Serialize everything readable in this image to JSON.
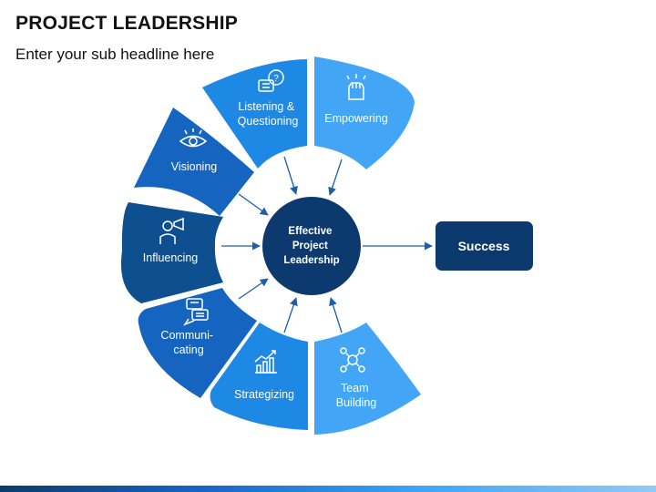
{
  "title": "PROJECT LEADERSHIP",
  "subtitle": "Enter your sub headline here",
  "center": {
    "lines": [
      "Effective",
      "Project",
      "Leadership"
    ]
  },
  "outcome": {
    "label": "Success"
  },
  "segments": [
    {
      "id": "visioning",
      "lines": [
        "Visioning"
      ],
      "icon": "eye-icon",
      "color": "#1565c0"
    },
    {
      "id": "listening",
      "lines": [
        "Listening &",
        "Questioning"
      ],
      "icon": "chat-question-icon",
      "color": "#1e88e5"
    },
    {
      "id": "empowering",
      "lines": [
        "Empowering"
      ],
      "icon": "raised-fist-icon",
      "color": "#42a5f5"
    },
    {
      "id": "influencing",
      "lines": [
        "Influencing"
      ],
      "icon": "megaphone-person-icon",
      "color": "#0d4f8f"
    },
    {
      "id": "communicating",
      "lines": [
        "Communi-",
        "cating"
      ],
      "icon": "chat-bubbles-icon",
      "color": "#1565c0"
    },
    {
      "id": "strategizing",
      "lines": [
        "Strategizing"
      ],
      "icon": "growth-chart-icon",
      "color": "#1e88e5"
    },
    {
      "id": "team-building",
      "lines": [
        "Team",
        "Building"
      ],
      "icon": "team-hands-icon",
      "color": "#42a5f5"
    }
  ],
  "colors": {
    "center": "#0d3a6e",
    "success": "#0d3a6e",
    "arrow": "#1e5fa8"
  }
}
